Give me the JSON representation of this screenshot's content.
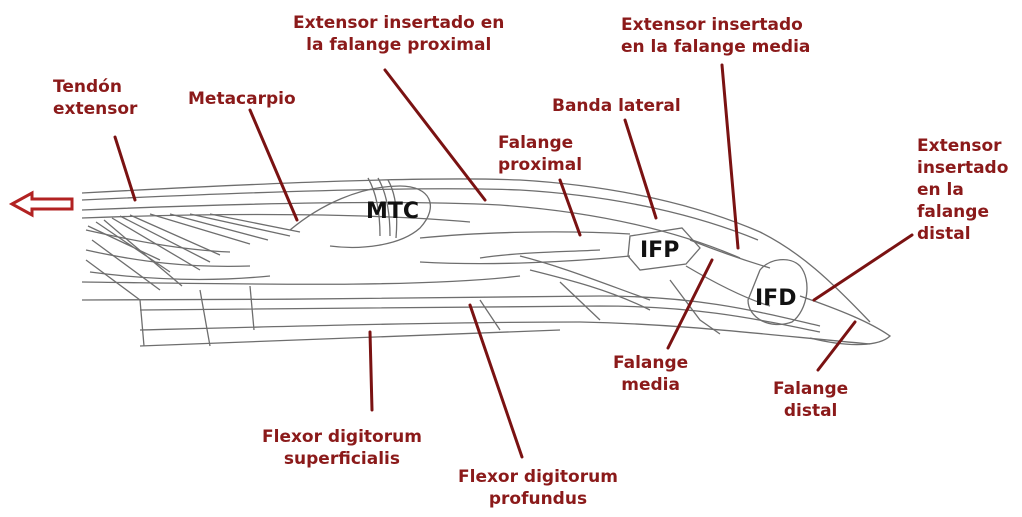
{
  "colors": {
    "label": "#8b1a1a",
    "leader": "#7a1212",
    "sketch": "#6e6e6e",
    "arrow": "#b22222"
  },
  "arrow_icon": "left-arrow-icon",
  "labels": {
    "tendon_extensor": [
      "Tendón",
      "extensor"
    ],
    "metacarpio": [
      "Metacarpio"
    ],
    "ext_falange_proximal": [
      "Extensor insertado en",
      "la falange proximal"
    ],
    "ext_falange_media": [
      "Extensor insertado",
      "en la falange media"
    ],
    "banda_lateral": [
      "Banda lateral"
    ],
    "falange_proximal": [
      "Falange",
      "proximal"
    ],
    "ext_falange_distal": [
      "Extensor",
      "insertado",
      "en la",
      "falange",
      "distal"
    ],
    "falange_media": [
      "Falange",
      "media"
    ],
    "falange_distal": [
      "Falange",
      "distal"
    ],
    "flexor_superficialis": [
      "Flexor digitorum",
      "superficialis"
    ],
    "flexor_profundus": [
      "Flexor digitorum",
      "profundus"
    ]
  },
  "joints": {
    "mtc": "MTC",
    "ifp": "IFP",
    "ifd": "IFD"
  }
}
